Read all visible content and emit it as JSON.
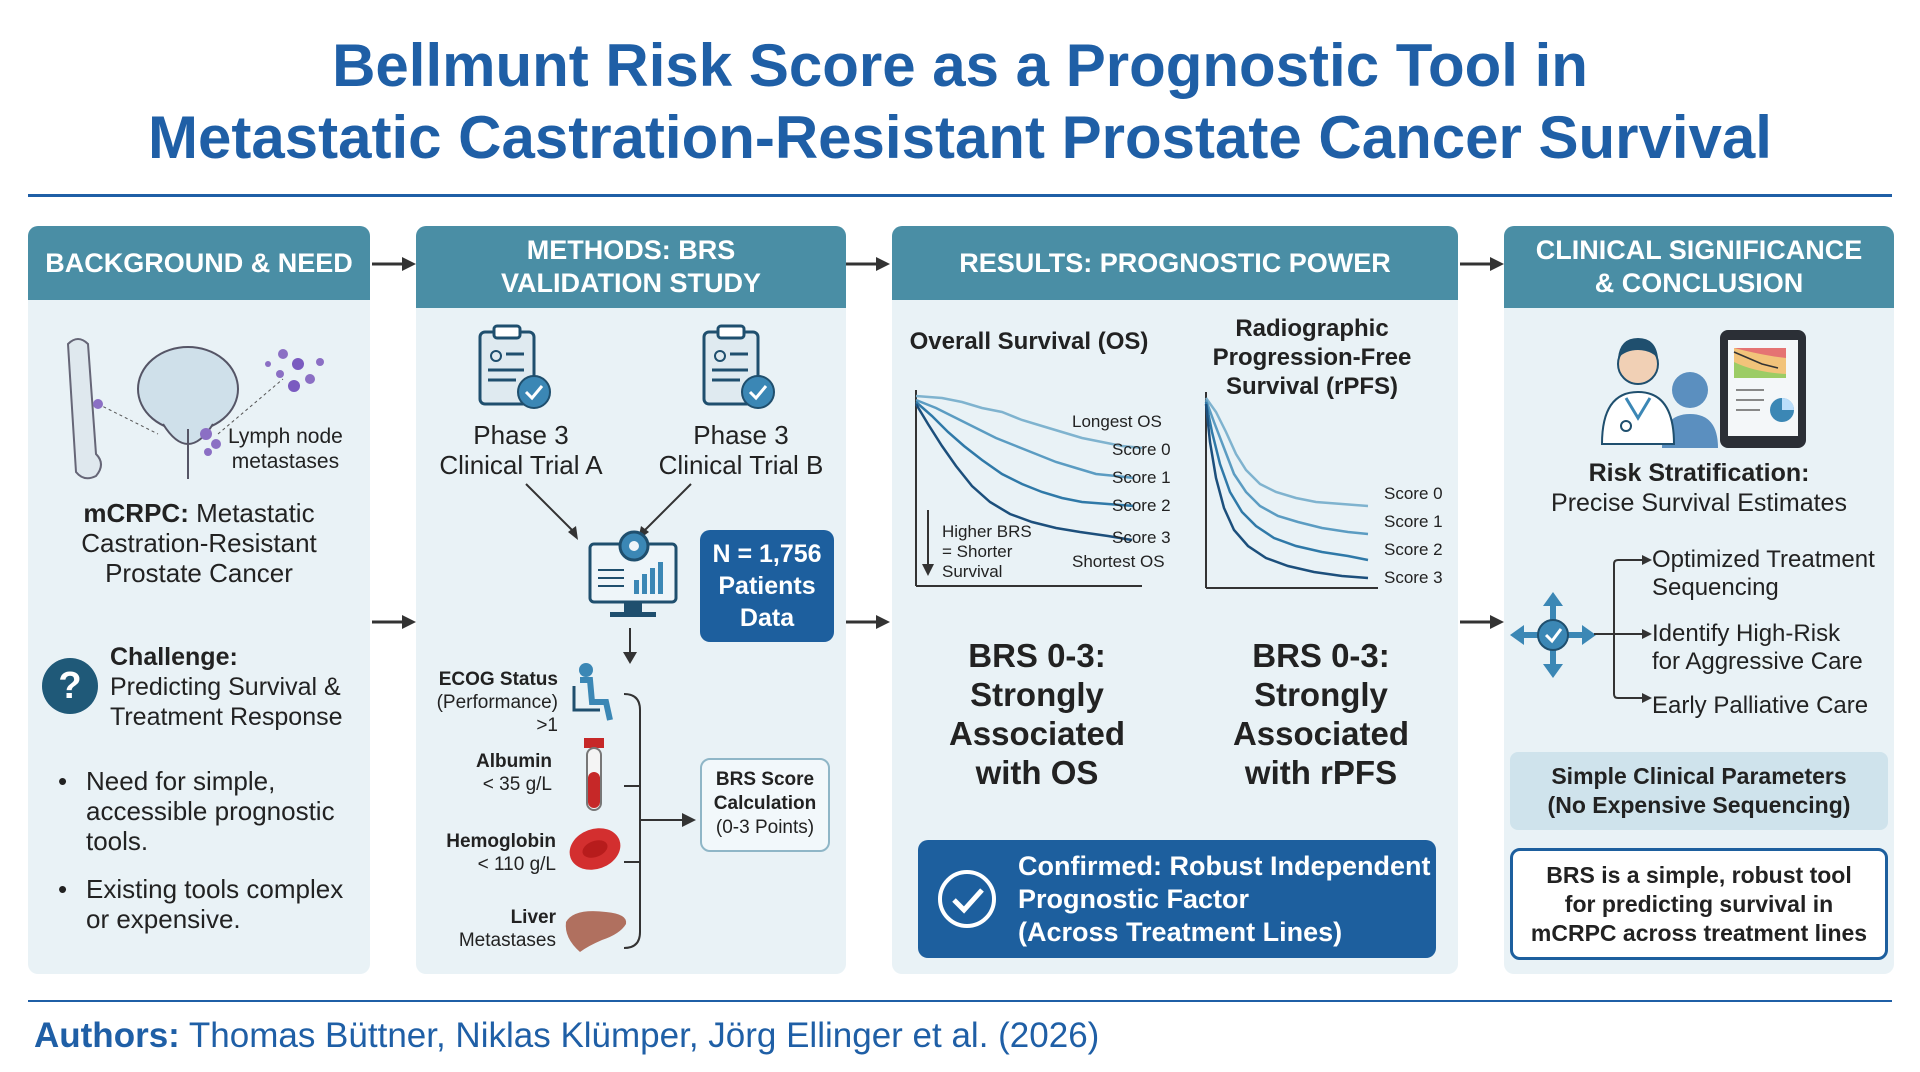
{
  "title": {
    "line1": "Bellmunt Risk Score as a Prognostic Tool in",
    "line2": "Metastatic Castration-Resistant Prostate Cancer Survival"
  },
  "panels": {
    "background": {
      "header": "BACKGROUND & NEED",
      "lymph_label_1": "Lymph node",
      "lymph_label_2": "metastases",
      "mcrpc_bold": "mCRPC:",
      "mcrpc_rest_1": " Metastatic",
      "mcrpc_line2": "Castration-Resistant",
      "mcrpc_line3": "Prostate Cancer",
      "challenge_title": "Challenge:",
      "challenge_line1": "Predicting Survival &",
      "challenge_line2": "Treatment Response",
      "bullets": [
        [
          "Need for simple,",
          "accessible prognostic",
          "tools."
        ],
        [
          "Existing tools complex",
          "or expensive."
        ]
      ]
    },
    "methods": {
      "header_1": "METHODS: BRS",
      "header_2": "VALIDATION STUDY",
      "trial_a_1": "Phase 3",
      "trial_a_2": "Clinical Trial A",
      "trial_b_1": "Phase 3",
      "trial_b_2": "Clinical Trial B",
      "n_box_1": "N = 1,756",
      "n_box_2": "Patients",
      "n_box_3": "Data",
      "params": [
        {
          "name": "ECOG Status",
          "sub1": "(Performance)",
          "sub2": ">1"
        },
        {
          "name": "Albumin",
          "sub1": "< 35 g/L",
          "sub2": ""
        },
        {
          "name": "Hemoglobin",
          "sub1": "< 110 g/L",
          "sub2": ""
        },
        {
          "name": "Liver",
          "sub1": "Metastases",
          "sub2": ""
        }
      ],
      "brs_box_1": "BRS Score",
      "brs_box_2": "Calculation",
      "brs_box_3": "(0-3 Points)"
    },
    "results": {
      "header": "RESULTS: PROGNOSTIC POWER",
      "os_title": "Overall Survival (OS)",
      "rpfs_title_1": "Radiographic",
      "rpfs_title_2": "Progression-Free",
      "rpfs_title_3": "Survival (rPFS)",
      "os_labels": [
        "Longest OS",
        "Score 0",
        "Score 1",
        "Score 2",
        "Score 3",
        "Shortest OS"
      ],
      "rpfs_labels": [
        "Score 0",
        "Score 1",
        "Score 2",
        "Score 3"
      ],
      "higher_brs_1": "Higher BRS",
      "higher_brs_2": "= Shorter",
      "higher_brs_3": "Survival",
      "os_assoc": [
        "BRS 0-3:",
        "Strongly",
        "Associated",
        "with OS"
      ],
      "rpfs_assoc": [
        "BRS 0-3:",
        "Strongly",
        "Associated",
        "with rPFS"
      ],
      "confirmed_1": "Confirmed: Robust Independent",
      "confirmed_2": "Prognostic Factor",
      "confirmed_3": "(Across Treatment Lines)"
    },
    "clinical": {
      "header_1": "CLINICAL SIGNIFICANCE",
      "header_2": "& CONCLUSION",
      "risk_title": "Risk Stratification:",
      "risk_sub": "Precise Survival Estimates",
      "outcomes": [
        [
          "Optimized Treatment",
          "Sequencing"
        ],
        [
          "Identify High-Risk",
          "for Aggressive Care"
        ],
        [
          "Early Palliative Care"
        ]
      ],
      "simple_1": "Simple Clinical Parameters",
      "simple_2": "(No Expensive Sequencing)",
      "conclusion_1": "BRS is a simple, robust tool",
      "conclusion_2": "for predicting survival in",
      "conclusion_3": "mCRPC across treatment lines"
    }
  },
  "authors": {
    "label": "Authors:",
    "names": " Thomas Büttner, Niklas Klümper, Jörg Ellinger et al. (2026)"
  },
  "colors": {
    "title_blue": "#1f5fa6",
    "header_teal": "#4a8ea5",
    "panel_bg": "#e9f2f6",
    "dark_blue": "#1d5f9e"
  }
}
